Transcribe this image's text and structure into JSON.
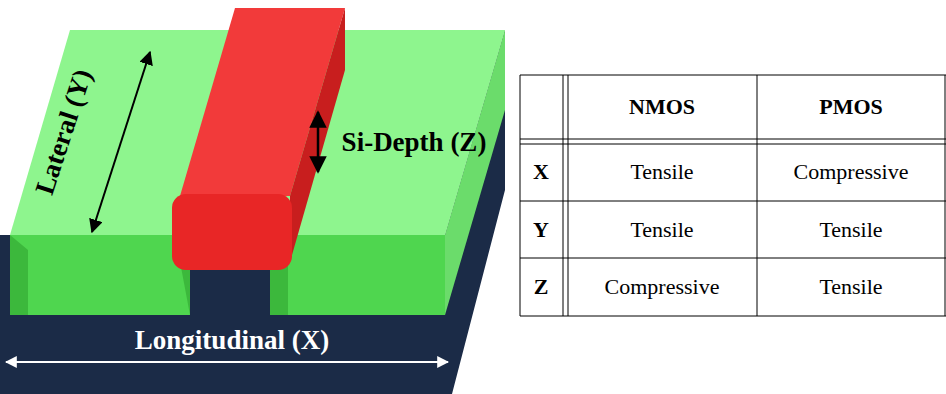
{
  "diagram": {
    "labels": [
      "Lateral (Y)",
      "Si-Depth (Z)",
      "Longitudinal (X)",
      "NMOS",
      "PMOS",
      "X",
      "Tensile",
      "Compressive",
      "Y",
      "Tensile",
      "Tensile",
      "Z",
      "Compressive",
      "Tensile"
    ]
  }
}
